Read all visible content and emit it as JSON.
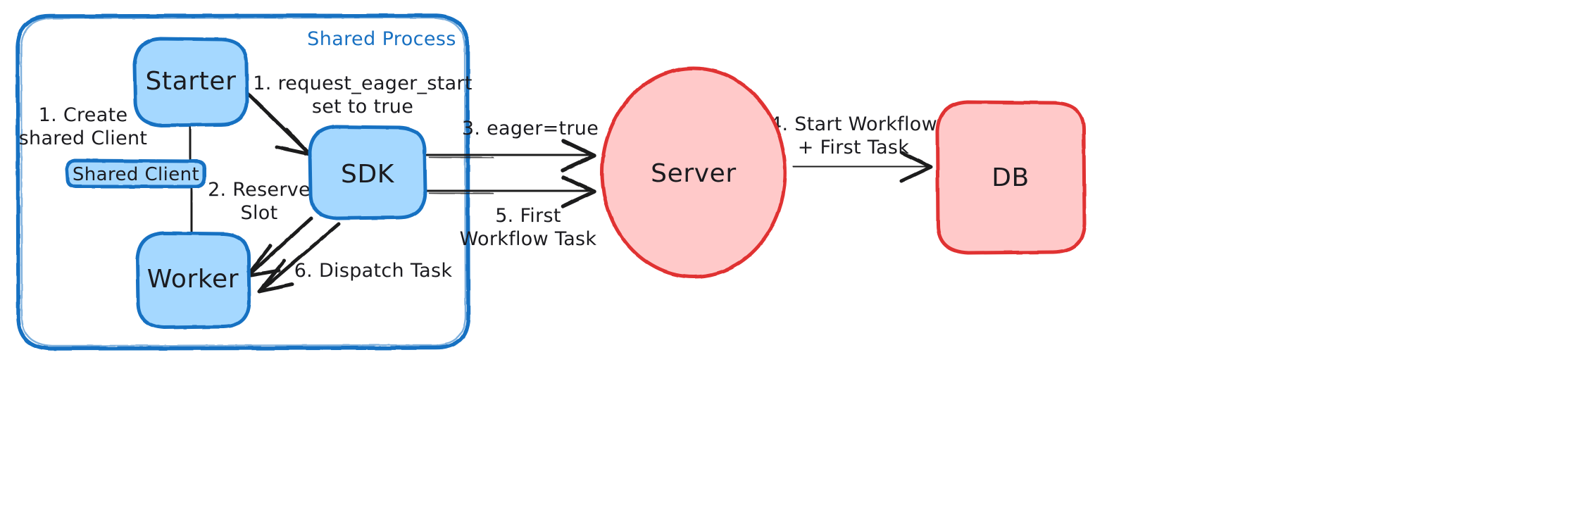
{
  "diagram": {
    "title": "Shared Process",
    "style": "hand-drawn-sketch",
    "colors": {
      "blue_stroke": "#1971c2",
      "blue_fill": "#a5d8ff",
      "red_stroke": "#e03131",
      "red_fill": "#ffc9c9",
      "arrow": "#1b1b1f",
      "text": "#1b1b1f",
      "background": "#ffffff"
    },
    "container": {
      "label": "Shared Process"
    },
    "nodes": [
      {
        "id": "starter",
        "label": "Starter",
        "shape": "rounded-rect",
        "fill": "#a5d8ff",
        "stroke": "#1971c2"
      },
      {
        "id": "shared-client",
        "label": "Shared Client",
        "shape": "rounded-rect",
        "fill": "#a5d8ff",
        "stroke": "#1971c2"
      },
      {
        "id": "worker",
        "label": "Worker",
        "shape": "rounded-rect",
        "fill": "#a5d8ff",
        "stroke": "#1971c2"
      },
      {
        "id": "sdk",
        "label": "SDK",
        "shape": "rounded-rect",
        "fill": "#a5d8ff",
        "stroke": "#1971c2"
      },
      {
        "id": "server",
        "label": "Server",
        "shape": "ellipse",
        "fill": "#ffc9c9",
        "stroke": "#e03131"
      },
      {
        "id": "db",
        "label": "DB",
        "shape": "rounded-rect",
        "fill": "#ffc9c9",
        "stroke": "#e03131"
      }
    ],
    "edges": [
      {
        "id": "edge-create-shared-client",
        "from": "starter",
        "to": "worker",
        "via": "shared-client",
        "label_lines": [
          "1. Create",
          "shared Client"
        ],
        "arrowhead": false
      },
      {
        "id": "edge-request-eager-start",
        "from": "starter",
        "to": "sdk",
        "label_lines": [
          "1. request_eager_start",
          "set to true"
        ],
        "arrowhead": true
      },
      {
        "id": "edge-reserve-slot",
        "from": "sdk",
        "to": "worker",
        "label_lines": [
          "2. Reserve",
          "Slot"
        ],
        "arrowhead": true
      },
      {
        "id": "edge-eager-true",
        "from": "sdk",
        "to": "server",
        "label_lines": [
          "3. eager=true"
        ],
        "arrowhead": true
      },
      {
        "id": "edge-start-workflow",
        "from": "server",
        "to": "db",
        "label_lines": [
          "4. Start Workflow",
          "+ First Task"
        ],
        "arrowhead": true
      },
      {
        "id": "edge-first-workflow-task",
        "from": "server",
        "to": "sdk",
        "label_lines": [
          "5. First",
          "Workflow Task"
        ],
        "arrowhead": true
      },
      {
        "id": "edge-dispatch-task",
        "from": "sdk",
        "to": "worker",
        "label_lines": [
          "6. Dispatch Task"
        ],
        "arrowhead": true
      }
    ],
    "labels": {
      "starter": "Starter",
      "shared_client": "Shared Client",
      "worker": "Worker",
      "sdk": "SDK",
      "server": "Server",
      "db": "DB",
      "container_title": "Shared Process",
      "edge1_line1": "1. Create",
      "edge1_line2": "shared Client",
      "edge2_line1": "1. request_eager_start",
      "edge2_line2": "set to true",
      "edge3_line1": "2. Reserve",
      "edge3_line2": "Slot",
      "edge4_line1": "3. eager=true",
      "edge5_line1": "4. Start Workflow",
      "edge5_line2": "+ First Task",
      "edge6_line1": "5. First",
      "edge6_line2": "Workflow Task",
      "edge7_line1": "6. Dispatch Task"
    }
  }
}
